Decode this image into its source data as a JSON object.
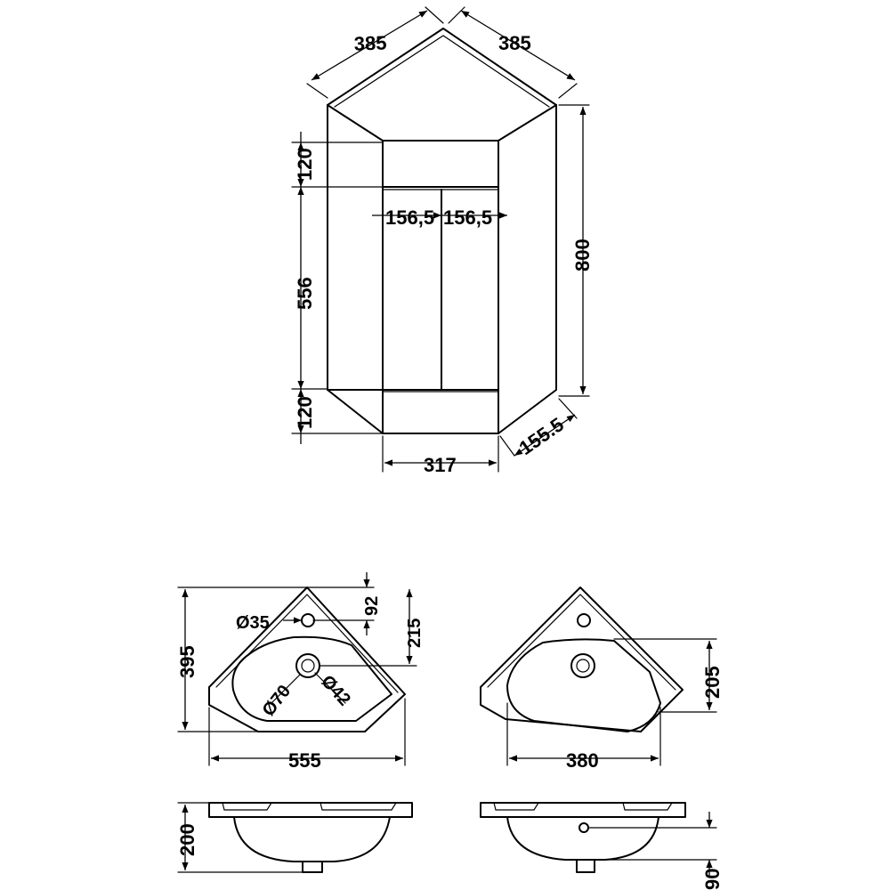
{
  "cabinet": {
    "top_left_width": "385",
    "top_right_width": "385",
    "height": "800",
    "top_rail": "120",
    "door_height": "556",
    "plinth": "120",
    "door_left_width": "156,5",
    "door_right_width": "156,5",
    "front_width": "317",
    "side_depth": "155.5"
  },
  "basin_left": {
    "tap_hole_diameter": "Ø35",
    "tap_hole_offset": "92",
    "bowl_offset": "215",
    "depth": "395",
    "waste_outer_diameter": "Ø70",
    "waste_inner_diameter": "Ø42",
    "width": "555"
  },
  "basin_right": {
    "bowl_depth": "205",
    "bowl_width": "380"
  },
  "basin_side_left": {
    "height": "200"
  },
  "basin_side_right": {
    "overflow_height": "90"
  }
}
